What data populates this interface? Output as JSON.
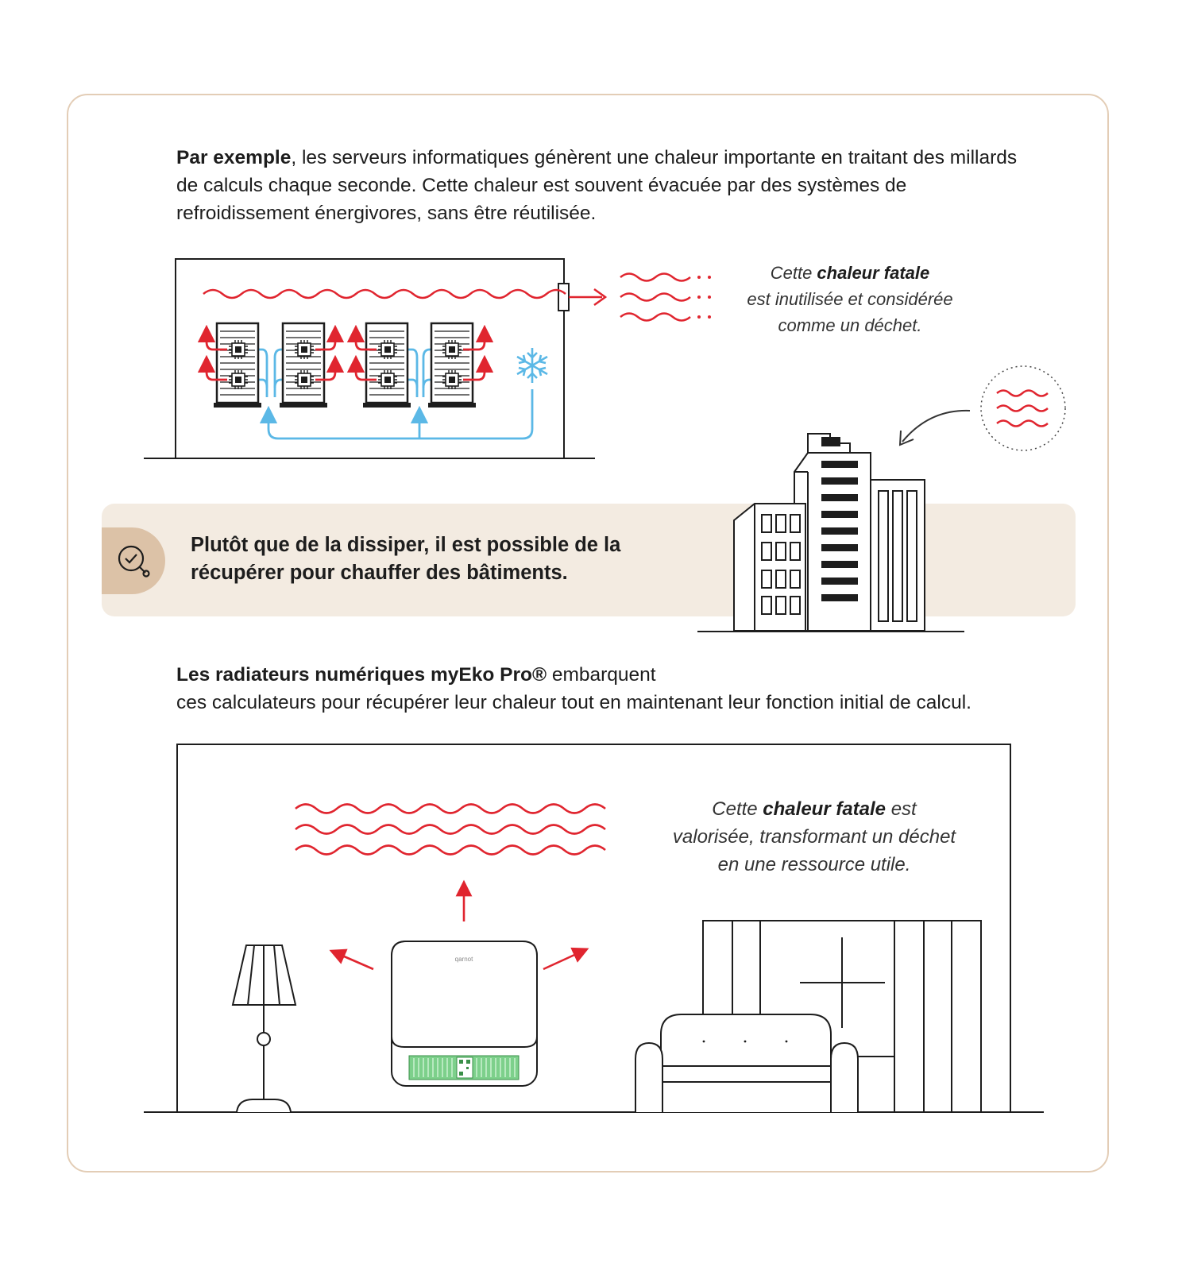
{
  "intro": {
    "bold": "Par exemple",
    "rest": ", les serveurs informatiques génèrent une chaleur importante en traitant des millards de calculs chaque seconde. Cette chaleur est souvent évacuée par des systèmes de refroidissement énergivores, sans être réutilisée."
  },
  "note_waste": {
    "pre": "Cette ",
    "bold": "chaleur fatale",
    "line2": "est inutilisée et considérée",
    "line3": "comme un déchet."
  },
  "band": {
    "text": "Plutôt que de la dissiper, il est possible de la récupérer pour chauffer des bâtiments."
  },
  "product": {
    "bold": "Les radiateurs numériques myEko Pro®",
    "rest1": " embarquent",
    "rest2": "ces calculateurs pour récupérer leur chaleur tout en maintenant leur fonction initial de calcul."
  },
  "note_value": {
    "pre": "Cette ",
    "bold": "chaleur fatale",
    "post": " est",
    "line2": "valorisée, transformant un déchet",
    "line3": "en une ressource utile."
  },
  "radiator_brand": "qarnot",
  "icons": [
    "magnifier-check-icon",
    "snowflake-icon",
    "heat-wave-icon",
    "arrow-icon",
    "chip-icon"
  ],
  "colors": {
    "heat": "#e0252f",
    "cool": "#5bb8e6",
    "accent": "#dcc2a7",
    "band": "#f3ebe1",
    "border": "#e3cdb6",
    "screen": "#7dd08b"
  }
}
